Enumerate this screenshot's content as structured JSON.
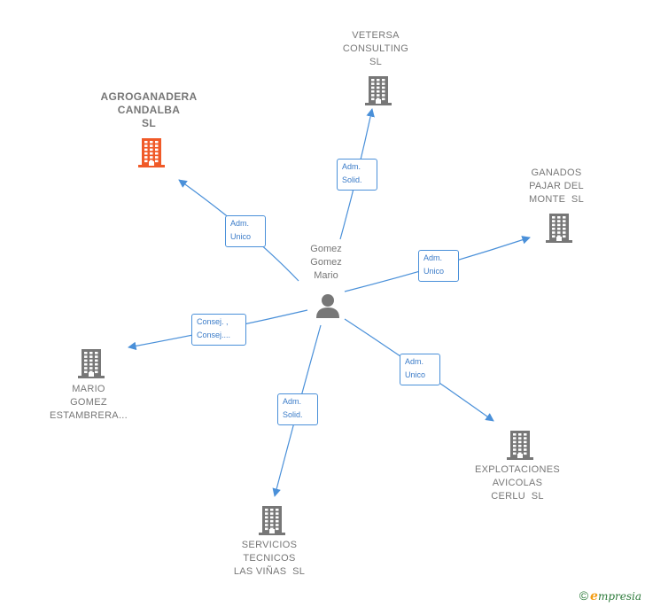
{
  "center": {
    "name_lines": [
      "Gomez",
      "Gomez",
      "Mario"
    ]
  },
  "companies": [
    {
      "id": "agroganadera",
      "lines": [
        "AGROGANADERA",
        "CANDALBA",
        "SL"
      ],
      "highlight": true
    },
    {
      "id": "vetersa",
      "lines": [
        "VETERSA",
        "CONSULTING",
        "SL"
      ],
      "highlight": false
    },
    {
      "id": "ganados",
      "lines": [
        "GANADOS",
        "PAJAR DEL",
        "MONTE  SL"
      ],
      "highlight": false
    },
    {
      "id": "mario-gomez",
      "lines": [
        "MARIO",
        "GOMEZ",
        "ESTAMBRERA..."
      ],
      "highlight": false
    },
    {
      "id": "explotaciones",
      "lines": [
        "EXPLOTACIONES",
        "AVICOLAS",
        "CERLU  SL"
      ],
      "highlight": false
    },
    {
      "id": "servicios",
      "lines": [
        "SERVICIOS",
        "TECNICOS",
        "LAS VIÑAS  SL"
      ],
      "highlight": false
    }
  ],
  "edges": [
    {
      "to": "agroganadera",
      "tag": [
        "Adm.",
        "Unico"
      ]
    },
    {
      "to": "vetersa",
      "tag": [
        "Adm.",
        "Solid."
      ]
    },
    {
      "to": "ganados",
      "tag": [
        "Adm.",
        "Unico"
      ]
    },
    {
      "to": "mario-gomez",
      "tag": [
        "Consej. ,",
        "Consej...."
      ]
    },
    {
      "to": "explotaciones",
      "tag": [
        "Adm.",
        "Unico"
      ]
    },
    {
      "to": "servicios",
      "tag": [
        "Adm.",
        "Solid."
      ]
    }
  ],
  "colors": {
    "edge": "#4a90d9",
    "building": "#777777",
    "highlight_building": "#f05a28",
    "person": "#777777"
  },
  "footer": {
    "copyright": "©",
    "brand_first": "e",
    "brand_rest": "mpresia"
  }
}
